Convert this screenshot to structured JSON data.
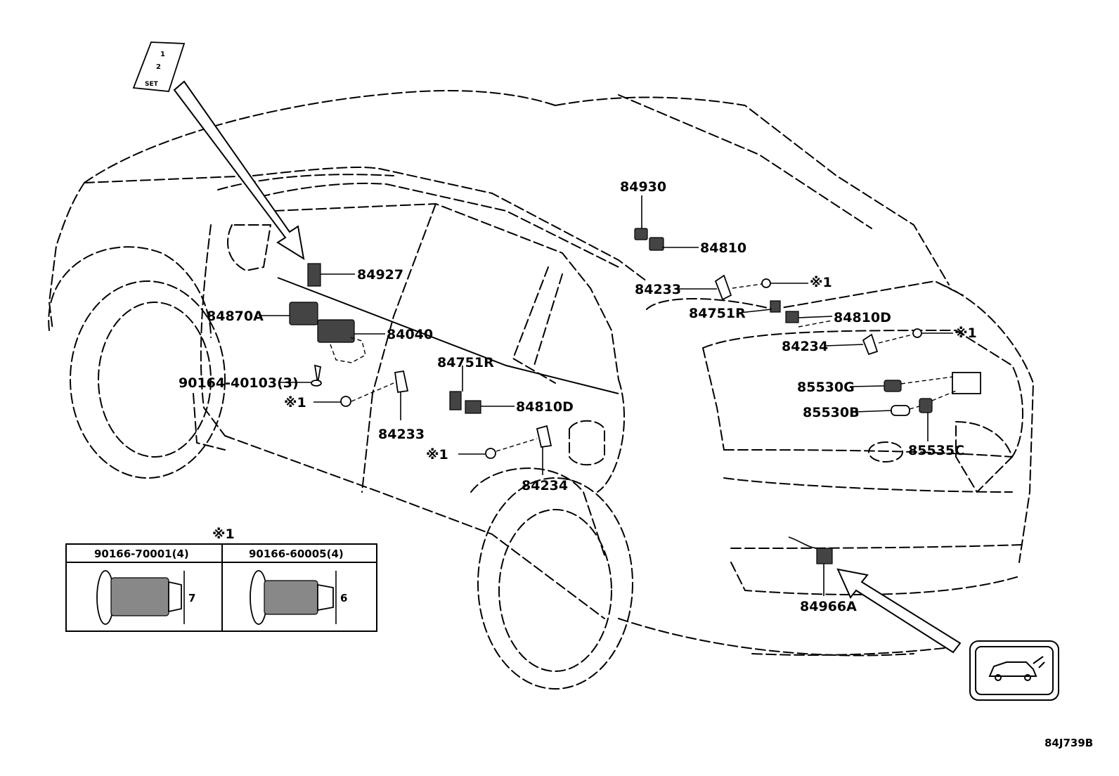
{
  "diagram": {
    "code": "84J739B",
    "switch_panel": [
      "1",
      "2",
      "SET"
    ],
    "labels": {
      "p84930": "84930",
      "p84810": "84810",
      "p84233_roof": "84233",
      "x1_roof": "※1",
      "p84751R_rear": "84751R",
      "p84810D_rear": "84810D",
      "p84234_rear": "84234",
      "x1_rear": "※1",
      "p85530G": "85530G",
      "p85530B": "85530B",
      "p85535C": "85535C",
      "p84927": "84927",
      "p84870A": "84870A",
      "p84040": "84040",
      "p90164": "90164-40103(3)",
      "x1_door": "※1",
      "p84233_door": "84233",
      "p84751R_door": "84751R",
      "p84810D_door": "84810D",
      "x1_lower": "※1",
      "p84234_lower": "84234",
      "p84966A": "84966A"
    },
    "screw_table": {
      "title": "※1",
      "col1_header": "90166-70001(4)",
      "col1_dim": "7",
      "col2_header": "90166-60005(4)",
      "col2_dim": "6"
    }
  }
}
